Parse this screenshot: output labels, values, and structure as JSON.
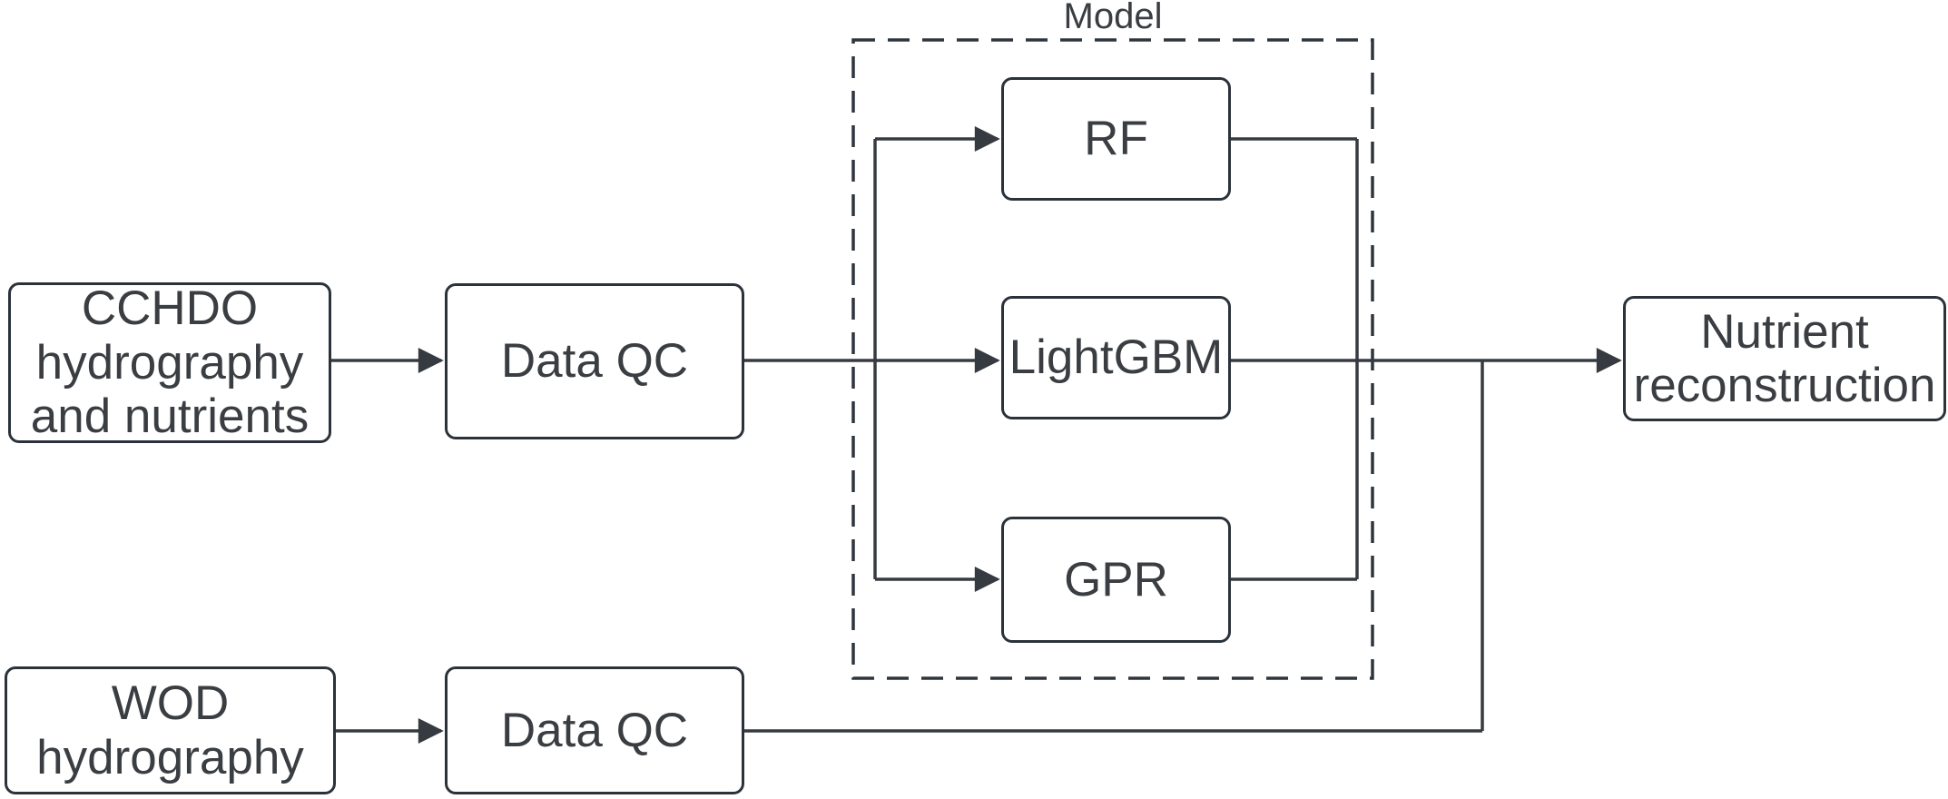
{
  "diagram": {
    "group": {
      "label": "Model"
    },
    "nodes": {
      "cchdo": {
        "lines": [
          "CCHDO",
          "hydrography",
          "and nutrients"
        ]
      },
      "data_qc_top": {
        "lines": [
          "Data QC"
        ]
      },
      "rf": {
        "lines": [
          "RF"
        ]
      },
      "lightgbm": {
        "lines": [
          "LightGBM"
        ]
      },
      "gpr": {
        "lines": [
          "GPR"
        ]
      },
      "nutrient_reconstruction": {
        "lines": [
          "Nutrient",
          "reconstruction"
        ]
      },
      "wod": {
        "lines": [
          "WOD",
          "hydrography"
        ]
      },
      "data_qc_bottom": {
        "lines": [
          "Data QC"
        ]
      }
    },
    "edges": [
      {
        "from": "CCHDO hydrography and nutrients",
        "to": "Data QC (top)"
      },
      {
        "from": "Data QC (top)",
        "to": "RF"
      },
      {
        "from": "Data QC (top)",
        "to": "LightGBM"
      },
      {
        "from": "Data QC (top)",
        "to": "GPR"
      },
      {
        "from": "RF",
        "to": "Nutrient reconstruction"
      },
      {
        "from": "LightGBM",
        "to": "Nutrient reconstruction"
      },
      {
        "from": "GPR",
        "to": "Nutrient reconstruction"
      },
      {
        "from": "WOD hydrography",
        "to": "Data QC (bottom)"
      },
      {
        "from": "Data QC (bottom)",
        "to": "Nutrient reconstruction"
      }
    ],
    "colors": {
      "background": "#ffffff",
      "box_border": "#2b323a",
      "edge_line": "#363b41",
      "text": "#3a3e42"
    }
  }
}
